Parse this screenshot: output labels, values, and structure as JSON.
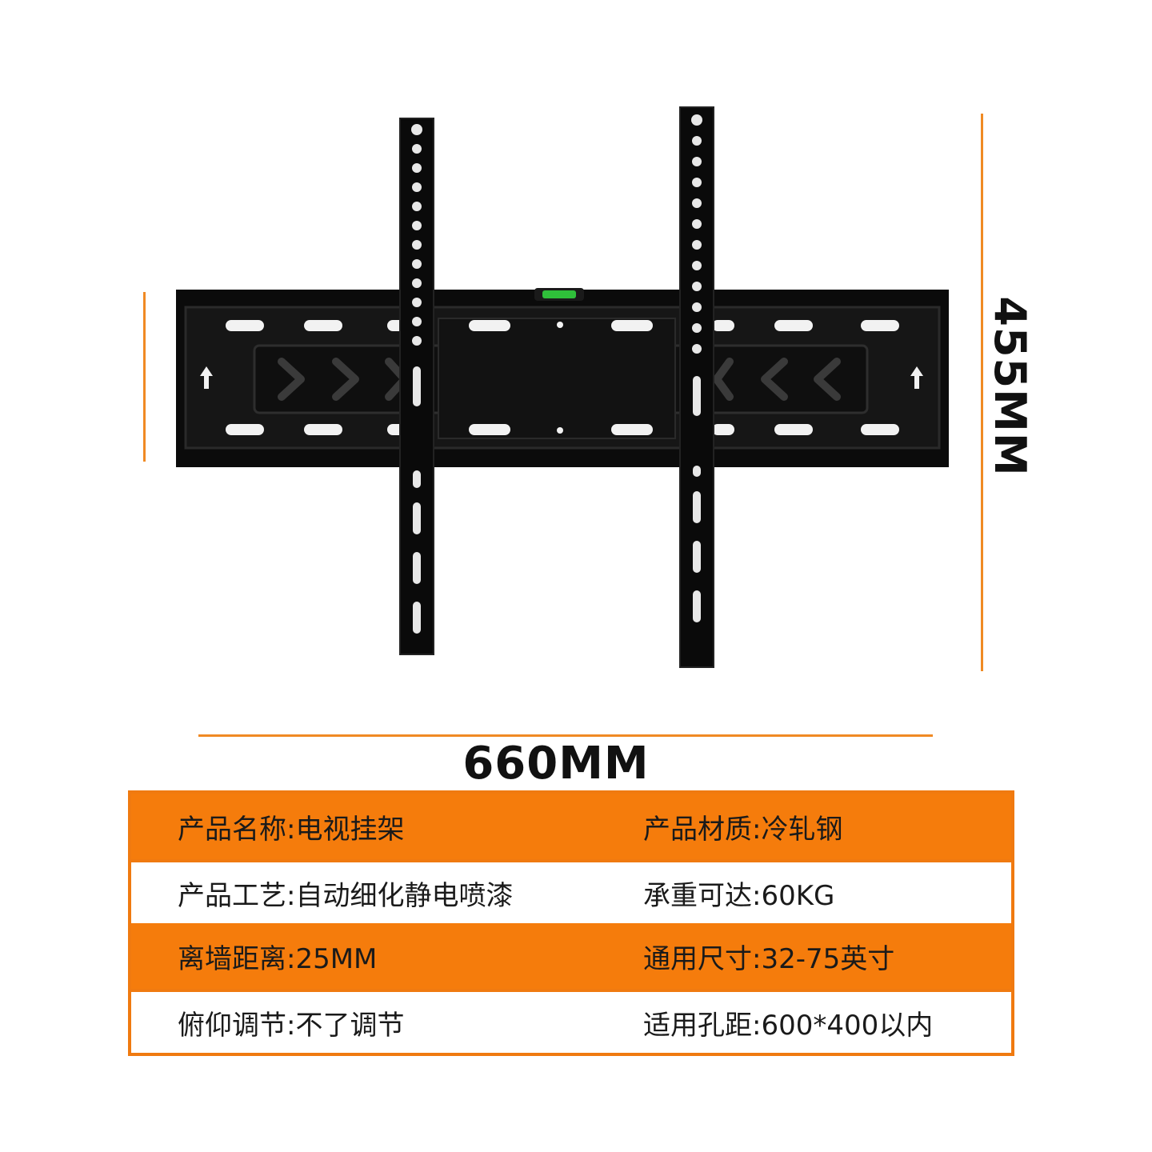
{
  "dimensions": {
    "width_label": "660MM",
    "height_label": "455MM",
    "accent_color": "#f08a24"
  },
  "product_image": {
    "icon": "tv-wall-mount-bracket-icon",
    "bracket_color": "#0a0a0a",
    "level_color": "#2fbf3a"
  },
  "specs": {
    "header_color": "#f57c0c",
    "rows": [
      {
        "left": "产品名称:电视挂架",
        "right": "产品材质:冷轧钢"
      },
      {
        "left": "产品工艺:自动细化静电喷漆",
        "right": "承重可达:60KG"
      },
      {
        "left": "离墙距离:25MM",
        "right": "通用尺寸:32-75英寸"
      },
      {
        "left": "俯仰调节:不了调节",
        "right": "适用孔距:600*400以内"
      }
    ]
  }
}
